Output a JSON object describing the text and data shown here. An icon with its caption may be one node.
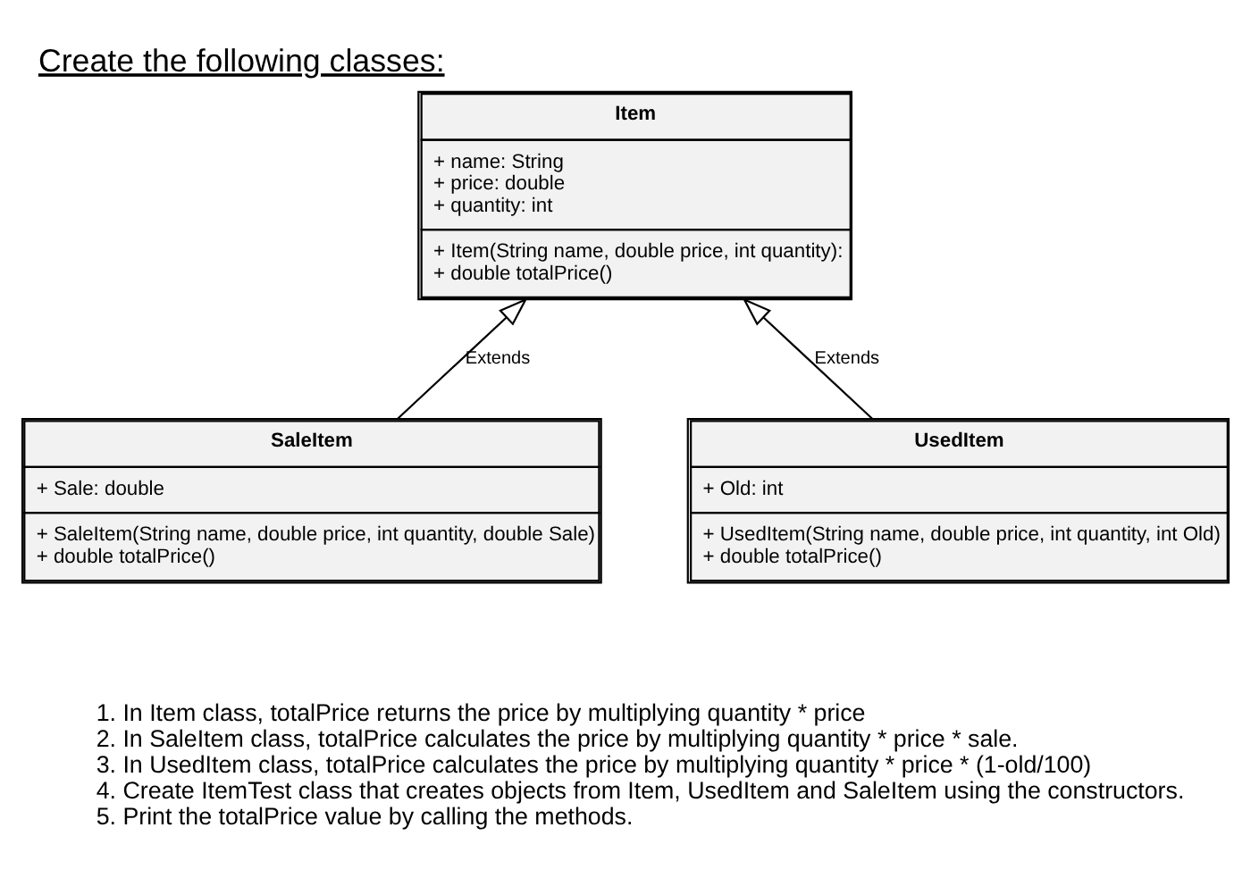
{
  "diagram": {
    "title": "Create the following classes:",
    "nodes": [
      {
        "text": [
          "Item",
          "+ name: String",
          "+ price: double",
          "+ quantity: int",
          "+ Item(String name, double price, int quantity):",
          "+ double totalPrice()"
        ]
      },
      {
        "text": [
          "SaleItem",
          "+ Sale: double",
          "+ SaleItem(String name, double price, int quantity, double Sale)",
          "+ double totalPrice()"
        ]
      },
      {
        "text": [
          "UsedItem",
          "+ Old: int",
          "+ UsedItem(String name, double price, int quantity, int Old)",
          "+ double totalPrice()"
        ]
      }
    ],
    "edges": [
      {
        "from": 1,
        "to": 0,
        "arrow": "to",
        "label": "Extends"
      },
      {
        "from": 2,
        "to": 0,
        "arrow": "to",
        "label": "Extends"
      }
    ],
    "labels": [
      "1. In Item class, totalPrice returns the price by multiplying quantity * price",
      "2. In SaleItem class, totalPrice calculates the price by multiplying quantity * price * sale.",
      "3. In UsedItem class, totalPrice calculates the price by multiplying quantity * price * (1-old/100)",
      "4. Create ItemTest class that creates objects from Item, UsedItem and SaleItem using the constructors.",
      "5. Print the totalPrice value by calling the methods."
    ]
  }
}
